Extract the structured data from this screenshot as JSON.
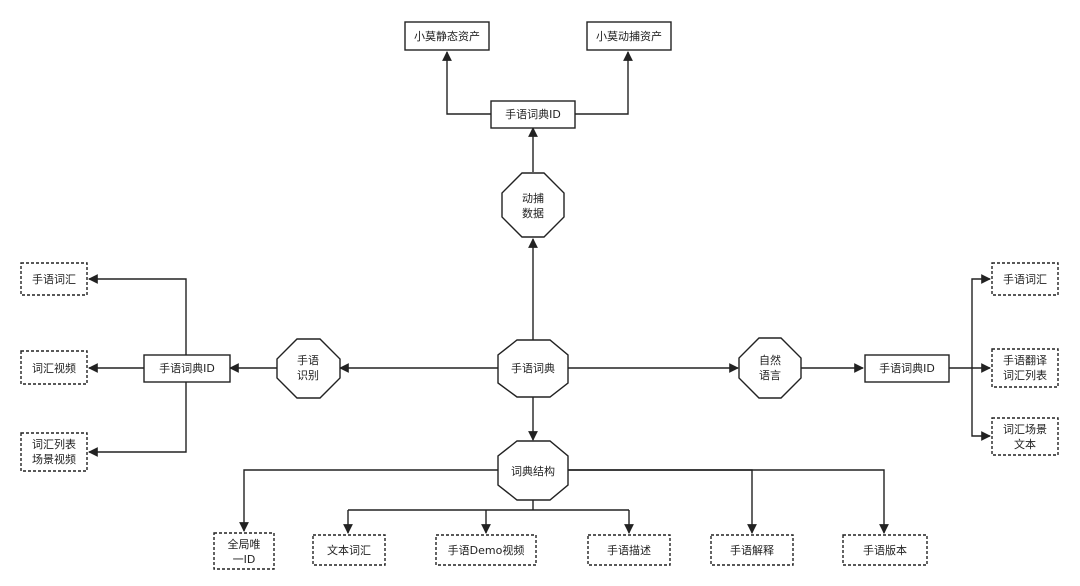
{
  "nodes": {
    "core": "手语词典",
    "dongbu_data": [
      "动捕",
      "数据"
    ],
    "top_id": "手语词典ID",
    "static_asset": "小莫静态资产",
    "motion_asset": "小莫动捕资产",
    "sign_recognition": [
      "手语",
      "识别"
    ],
    "left_id": "手语词典ID",
    "left_vocab": "手语词汇",
    "left_video": "词汇视频",
    "left_scene_video": [
      "词汇列表",
      "场景视频"
    ],
    "natural_language": [
      "自然",
      "语言"
    ],
    "right_id": "手语词典ID",
    "right_vocab": "手语词汇",
    "right_translation": [
      "手语翻译",
      "词汇列表"
    ],
    "right_scene_text": [
      "词汇场景",
      "文本"
    ],
    "dict_structure": "词典结构",
    "global_id": [
      "全局唯",
      "一ID"
    ],
    "text_vocab": "文本词汇",
    "demo_video": "手语Demo视频",
    "description": "手语描述",
    "explanation": "手语解释",
    "version": "手语版本"
  }
}
